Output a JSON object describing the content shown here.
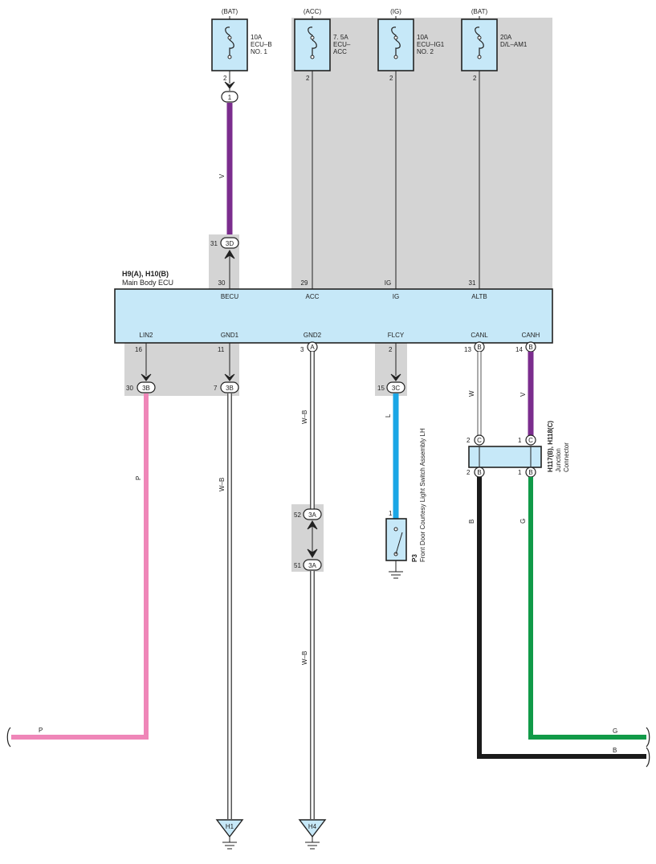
{
  "colors": {
    "shade": "#d4d4d4",
    "ecu_fill": "#c6e8f8",
    "fuse_fill": "#c6e8f8",
    "violet": "#7b2d8e",
    "pink": "#ef86b8",
    "blue": "#1aa6e6",
    "green": "#119a48",
    "black": "#1a1a1a",
    "wb": "#555555"
  },
  "fuses": [
    {
      "source": "(BAT)",
      "label_lines": [
        "10A",
        "ECU–B",
        "NO. 1"
      ],
      "pin": "2"
    },
    {
      "source": "(ACC)",
      "label_lines": [
        "7. 5A",
        "ECU–",
        "ACC"
      ],
      "pin": "2"
    },
    {
      "source": "(IG)",
      "label_lines": [
        "10A",
        "ECU–IG1",
        "NO. 2"
      ],
      "pin": "2"
    },
    {
      "source": "(BAT)",
      "label_lines": [
        "20A",
        "D/L–AM1"
      ],
      "pin": "2"
    }
  ],
  "ecu": {
    "id": "H9(A), H10(B)",
    "name": "Main Body ECU",
    "top_terminals": [
      {
        "name": "BECU",
        "pin": "30"
      },
      {
        "name": "ACC",
        "pin": "29"
      },
      {
        "name": "IG",
        "pin": "IG"
      },
      {
        "name": "ALTB",
        "pin": "31"
      }
    ],
    "bottom_terminals": [
      {
        "name": "LIN2",
        "pin": "16"
      },
      {
        "name": "GND1",
        "pin": "11"
      },
      {
        "name": "GND2",
        "pin": "3"
      },
      {
        "name": "FLCY",
        "pin": "2"
      },
      {
        "name": "CANL",
        "pin": "13"
      },
      {
        "name": "CANH",
        "pin": "14"
      }
    ]
  },
  "connectors": {
    "c1": "1",
    "c3d": {
      "label": "3D",
      "pin": "31"
    },
    "c3b_lin": {
      "label": "3B",
      "pin": "30"
    },
    "c3b_gnd": {
      "label": "3B",
      "pin": "7"
    },
    "c3c": {
      "label": "3C",
      "pin": "15"
    },
    "c3a_top": {
      "label": "3A",
      "pin": "52"
    },
    "c3a_bot": {
      "label": "3A",
      "pin": "51"
    },
    "gnd2_a": "A",
    "canl_b": "B",
    "canh_b": "B"
  },
  "wires": {
    "becu": "V",
    "lin2_down": "P",
    "lin2_out": "P",
    "gnd1": "W–B",
    "gnd2_upper": "W–B",
    "gnd2_lower": "W–B",
    "flcy": "L",
    "canl": "W",
    "canh": "V",
    "junction_left_out": "B",
    "junction_right_out": "G",
    "green_out": "G",
    "black_out": "B"
  },
  "junction": {
    "id": "H117(B), H118(C)",
    "name_lines": [
      "Junction",
      "Connector"
    ],
    "top_left": {
      "pin": "2",
      "letter": "C"
    },
    "top_right": {
      "pin": "1",
      "letter": "C"
    },
    "bot_left": {
      "pin": "2",
      "letter": "B"
    },
    "bot_right": {
      "pin": "1",
      "letter": "B"
    }
  },
  "switch": {
    "id": "P3",
    "name": "Front Door Courtesy Light Switch Assembly LH",
    "pin": "1"
  },
  "grounds": [
    "H1",
    "H4"
  ]
}
